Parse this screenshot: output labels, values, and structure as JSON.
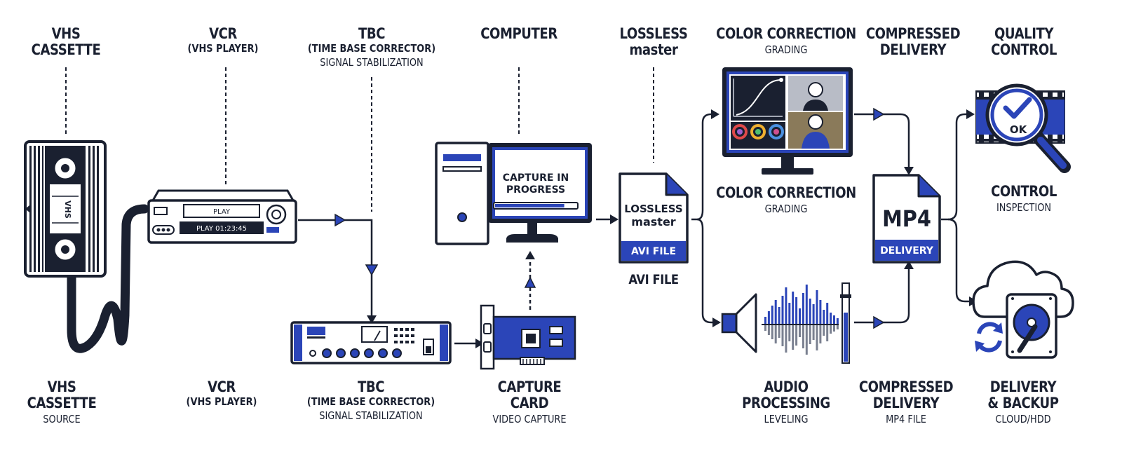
{
  "colors": {
    "ink": "#1a2030",
    "accent": "#2b45b8",
    "light": "#e9ecf2"
  },
  "top": {
    "vhs": {
      "title1": "VHS",
      "title2": "CASSETTE"
    },
    "vcr": {
      "title": "VCR",
      "sub": "(VHS PLAYER)"
    },
    "tbc": {
      "title": "TBC",
      "sub": "(TIME BASE CORRECTOR)",
      "desc": "SIGNAL STABILIZATION"
    },
    "computer": {
      "title": "COMPUTER"
    },
    "master": {
      "title1": "LOSSLESS",
      "title2": "master"
    },
    "color": {
      "title": "COLOR CORRECTION",
      "desc": "GRADING"
    },
    "delivery": {
      "title1": "COMPRESSED",
      "title2": "DELIVERY"
    },
    "qc": {
      "title1": "QUALITY",
      "title2": "CONTROL"
    }
  },
  "bottom": {
    "vhs": {
      "title1": "VHS",
      "title2": "CASSETTE",
      "desc": "SOURCE"
    },
    "vcr": {
      "title": "VCR",
      "sub": "(VHS PLAYER)"
    },
    "tbc": {
      "title": "TBC",
      "sub": "(TIME BASE CORRECTOR)",
      "desc": "SIGNAL STABILIZATION"
    },
    "card": {
      "title1": "CAPTURE",
      "title2": "CARD",
      "desc": "VIDEO CAPTURE"
    },
    "audio": {
      "title1": "AUDIO",
      "title2": "PROCESSING",
      "desc": "LEVELING"
    },
    "delivery": {
      "title1": "COMPRESSED",
      "title2": "DELIVERY",
      "desc": "MP4 FILE"
    },
    "backup": {
      "title1": "DELIVERY",
      "title2": "& BACKUP",
      "desc": "CLOUD/HDD"
    }
  },
  "mid": {
    "avi": "AVI FILE",
    "color": {
      "title": "COLOR CORRECTION",
      "desc": "GRADING"
    },
    "control": {
      "title": "CONTROL",
      "desc": "INSPECTION"
    }
  },
  "icons": {
    "cassette_label": "VHS",
    "vcr_play": "PLAY",
    "vcr_time": "PLAY 01:23:45",
    "monitor_line1": "CAPTURE IN",
    "monitor_line2": "PROGRESS",
    "file_line1": "LOSSLESS",
    "file_line2": "master",
    "file_band": "AVI FILE",
    "mp4_title": "MP4",
    "mp4_band": "DELIVERY",
    "qc_ok": "OK",
    "capture_progress": 0.85
  }
}
